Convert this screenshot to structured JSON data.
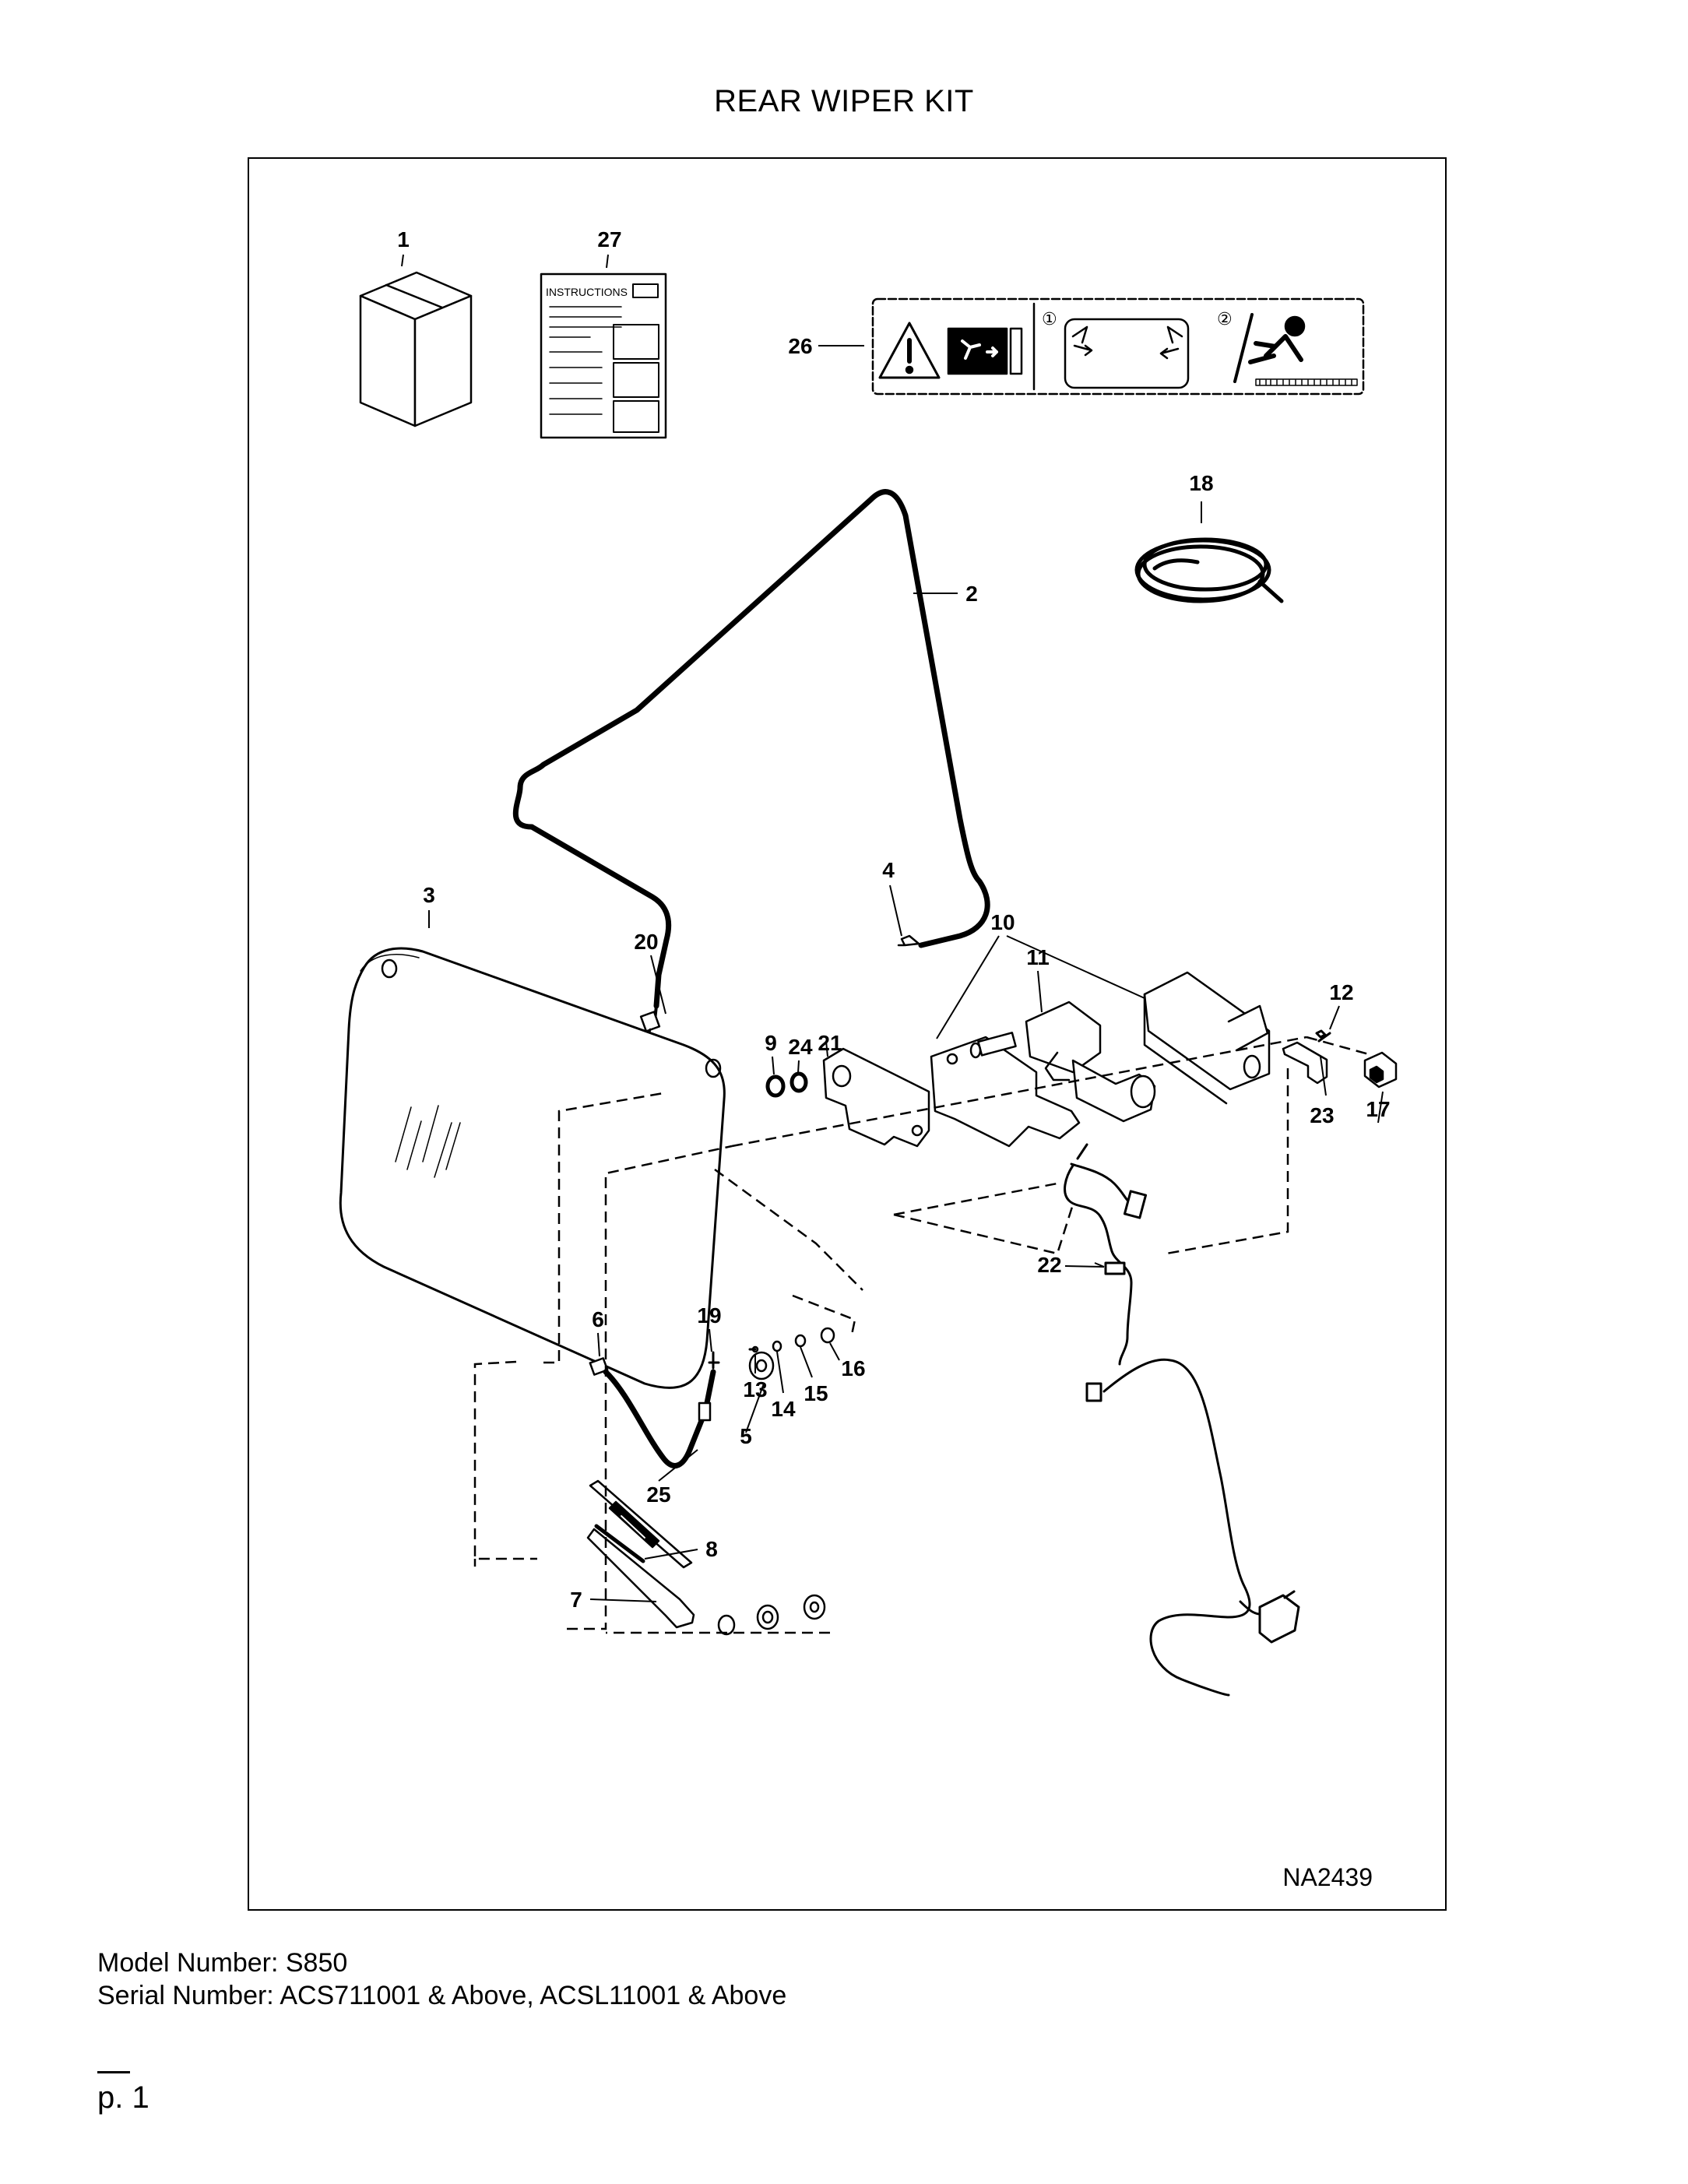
{
  "page": {
    "title": "REAR WIPER KIT",
    "figure_code": "NA2439",
    "model_label": "Model Number:",
    "model_value": "S850",
    "serial_label": "Serial Number:",
    "serial_value": "ACS711001 & Above, ACSL11001 & Above",
    "page_number": "p. 1"
  },
  "diagram": {
    "instructions_label": "INSTRUCTIONS",
    "decal_step_1": "①",
    "decal_step_2": "②",
    "callouts": [
      "1",
      "2",
      "3",
      "4",
      "5",
      "6",
      "7",
      "8",
      "9",
      "10",
      "11",
      "12",
      "13",
      "14",
      "15",
      "16",
      "17",
      "18",
      "19",
      "20",
      "21",
      "22",
      "23",
      "24",
      "25",
      "26",
      "27"
    ]
  }
}
